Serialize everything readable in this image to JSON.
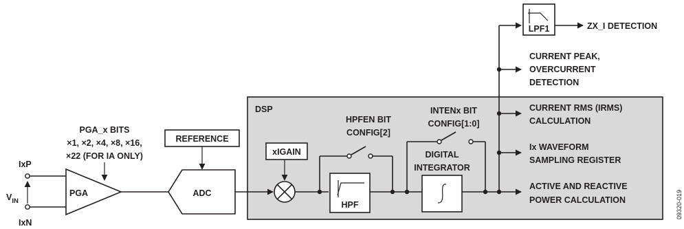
{
  "inputs": {
    "ixp": "IxP",
    "ixn": "IxN",
    "vin_main": "V",
    "vin_sub": "IN"
  },
  "pga": {
    "label": "PGA",
    "bits_title": "PGA_x BITS",
    "gains_line1": "×1, ×2, ×4, ×8, ×16,",
    "gains_line2": "×22 (FOR IA ONLY)"
  },
  "reference": "REFERENCE",
  "adc": "ADC",
  "dsp": {
    "title": "DSP",
    "xigain": "xIGAIN",
    "hpfen_line1": "HPFEN BIT",
    "hpfen_line2": "CONFIG[2]",
    "hpf": "HPF",
    "inten_line1": "INTENx BIT",
    "inten_line2": "CONFIG[1:0]",
    "integrator_line1": "DIGITAL",
    "integrator_line2": "INTEGRATOR"
  },
  "lpf1": "LPF1",
  "outputs": {
    "zx": "ZX_I DETECTION",
    "peak_line1": "CURRENT PEAK,",
    "peak_line2": "OVERCURRENT",
    "peak_line3": "DETECTION",
    "rms_line1": "CURRENT RMS (IRMS)",
    "rms_line2": "CALCULATION",
    "wave_line1": "Ix WAVEFORM",
    "wave_line2": "SAMPLING REGISTER",
    "power_line1": "ACTIVE AND REACTIVE",
    "power_line2": "POWER CALCULATION"
  },
  "figure_id": "09320-019",
  "colors": {
    "dsp_fill": "#d9d9d9",
    "ink": "#231f20"
  }
}
